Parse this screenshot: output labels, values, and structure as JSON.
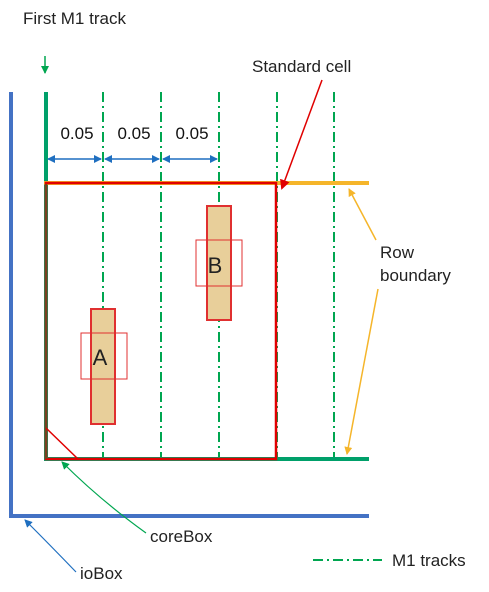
{
  "labels": {
    "first_m1_track": "First M1 track",
    "standard_cell": "Standard cell",
    "row_boundary_1": "Row",
    "row_boundary_2": "boundary",
    "corebox": "coreBox",
    "iobox": "ioBox",
    "legend_m1_tracks": "M1 tracks"
  },
  "pitch_labels": [
    "0.05",
    "0.05",
    "0.05"
  ],
  "pins": [
    {
      "name": "A"
    },
    {
      "name": "B"
    }
  ],
  "colors": {
    "iobox": "#4472c4",
    "corebox": "#00a06a",
    "m1_track": "#00a650",
    "row_boundary": "#f5b52a",
    "standard_cell": "#e00000",
    "cell_left_edge": "#7a4020",
    "pin_fill": "#e8cf9a",
    "pin_outline": "#e03030",
    "dimension": "#1f6fc0",
    "label_arrow_green": "#00a650",
    "label_arrow_blue": "#1f6fc0"
  }
}
